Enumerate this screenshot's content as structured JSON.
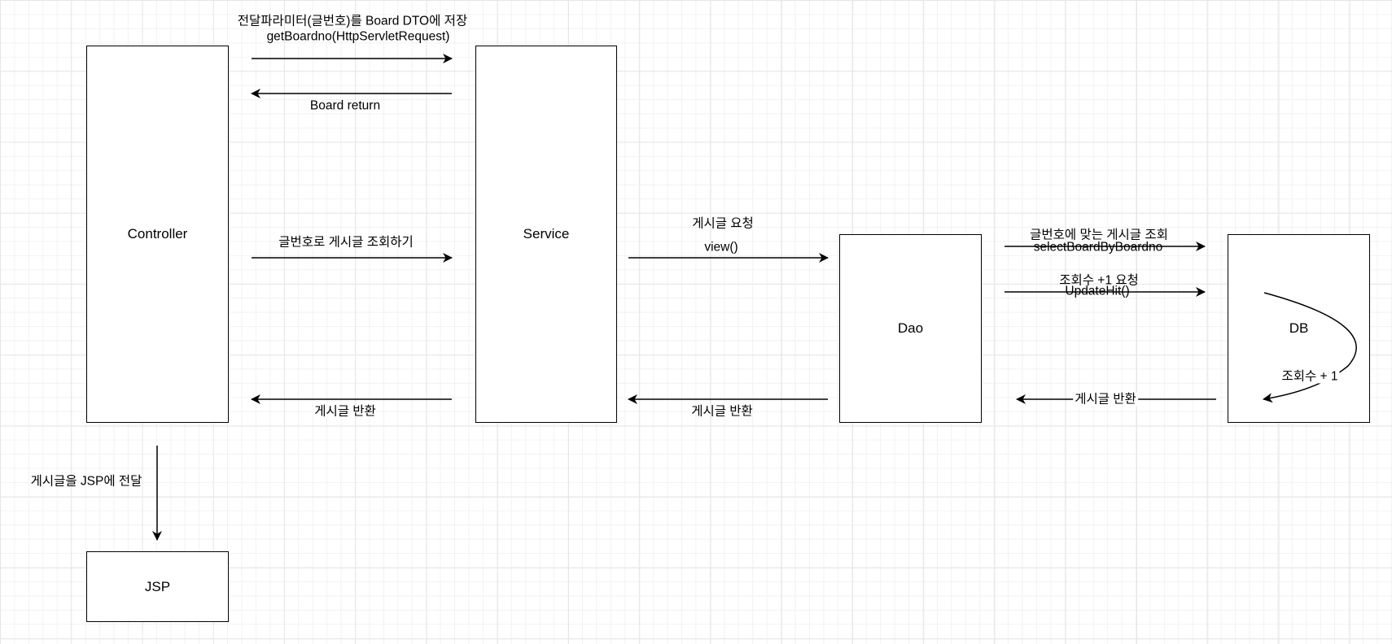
{
  "nodes": {
    "controller": "Controller",
    "service": "Service",
    "dao": "Dao",
    "db": "DB",
    "jsp": "JSP"
  },
  "edges": {
    "store_param": "전달파라미터(글번호)를 Board DTO에 저장",
    "get_boardno": "getBoardno(HttpServletRequest)",
    "board_return": "Board return",
    "query_by_no": "글번호로 게시글 조회하기",
    "post_request": "게시글 요청",
    "view_call": "view()",
    "query_matching": "글번호에 맞는 게시글 조회",
    "select_by_boardno": "selectBoardByBoardno",
    "hit_request": "조회수 +1 요청",
    "update_hit": "UpdateHit()",
    "hit_plus_one": "조회수 + 1",
    "return_db_dao": "게시글 반환",
    "return_dao_service": "게시글 반환",
    "return_service_controller": "게시글 반환",
    "to_jsp": "게시글을 JSP에 전달"
  }
}
